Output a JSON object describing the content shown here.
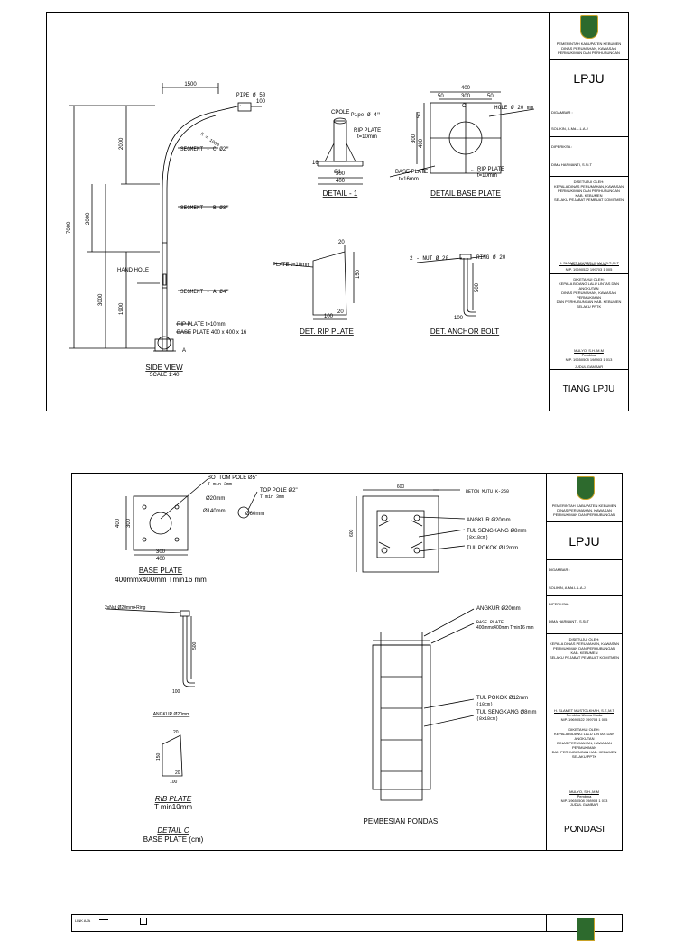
{
  "sheet1": {
    "title_block": {
      "agency": "PEMERINTAH KABUPATEN KEBUMEN\nDINAS PERUMAHAN, KAWASAN\nPERMUKIMAN DAN PERHUBUNGAN",
      "project": "LPJU",
      "drawn_by_label": "DIGAMBAR :",
      "drawn_by": "SOLIKIN, A.Md.L.L.A.J",
      "checked_label": "DIPERIKSA :",
      "checked_by": "DIMA HARMANTI, S.Si.T",
      "approval_1": "DISETUJUI OLEH:\nKEPALA DINAS PERUMAHAN, KAWASAN\nPERMUKIMAN DAN PERHUBUNGAN\nKAB. KEBUMEN\nSELAKU PEJABAT PEMBUAT KOMITMEN",
      "official_1": "H. SLAMET MUSTOLKHAH, S.T.,M.T",
      "official_1_nip": "Pembina Utama Muda\nNIP. 19690522 199703 1 005",
      "approval_2": "DIKETAHUI OLEH:\nKEPALA BIDANG LALU LINTAS DAN ANGKUTAN\nDINAS PERUMAHAN, KAWASAN PERMUKIMAN\nDAN PERHUBUNGAN KAB. KEBUMEN\nSELAKU PPTK",
      "official_2": "MULYO, S.H.,M.M",
      "official_2_nip": "Pembina\nNIP. 19650508 198903 1 013",
      "drawing_title_label": "JUDUL GAMBAR",
      "drawing_title": "TIANG LPJU"
    },
    "side_view": {
      "dim_top": "1500",
      "pipe": "PIPE Ø 50",
      "dim_100": "100",
      "radius": "R = 1000",
      "seg_c": "SEGMENT - C Ø2\"",
      "seg_b": "SEGMENT - B Ø3\"",
      "seg_a": "SEGMENT - A Ø4\"",
      "hand_hole": "HAND HOLE",
      "dim_7000": "7000",
      "dim_2000a": "2000",
      "dim_2000b": "2000",
      "dim_3000": "3000",
      "dim_1900": "1900",
      "rip_plate": "RIP PLATE t=10mm",
      "base_plate": "BASE PLATE 400 x 400 x 16",
      "title": "SIDE VIEW",
      "scale": "SCALE 1:40",
      "section_mark": "A"
    },
    "detail1": {
      "cpole": "CPOLE",
      "pipe": "Pipe Ø 4\"",
      "rip": "RIP PLATE",
      "rip_t": "t=10mm",
      "dim_16": "16",
      "dim_phi": "Ø1",
      "dim_300": "300",
      "dim_400": "400",
      "title": "DETAIL - 1"
    },
    "detail_base": {
      "dim_400": "400",
      "dim_50a": "50",
      "dim_300": "300",
      "dim_50b": "50",
      "dim_v50": "50",
      "dim_v300": "300",
      "dim_v400": "400",
      "hole": "HOLE Ø 20 mm",
      "mark_c": "C",
      "base": "BASE PLATE",
      "base_t": "t=16mm",
      "rip": "RIP PLATE",
      "rip_t": "t=10mm",
      "title": "DETAIL BASE PLATE"
    },
    "rip_plate": {
      "plate": "PLATE t=10mm",
      "dim_20a": "20",
      "dim_150": "150",
      "dim_20b": "20",
      "dim_100": "100",
      "title": "DET. RIP PLATE"
    },
    "anchor": {
      "nut": "2 - NUT Ø 20",
      "ring": "RING Ø 20",
      "dim_500": "500",
      "dim_100": "100",
      "title": "DET. ANCHOR BOLT"
    }
  },
  "sheet2": {
    "title_block": {
      "agency": "PEMERINTAH KABUPATEN KEBUMEN\nDINAS PERUMAHAN, KAWASAN\nPERMUKIMAN DAN PERHUBUNGAN",
      "project": "LPJU",
      "drawn_by_label": "DIGAMBAR :",
      "drawn_by": "SOLIKIN, A.Md.L.L.A.J",
      "checked_label": "DIPERIKSA :",
      "checked_by": "DIMA HARMANTI, S.Si.T",
      "approval_1": "DISETUJUI OLEH:\nKEPALA DINAS PERUMAHAN, KAWASAN\nPERMUKIMAN DAN PERHUBUNGAN\nKAB. KEBUMEN\nSELAKU PEJABAT PEMBUAT KOMITMEN",
      "official_1": "H. SLAMET MUSTOLKHAH, S.T.,M.T",
      "official_1_nip": "Pembina Utama Muda\nNIP. 19690522 199703 1 005",
      "approval_2": "DIKETAHUI OLEH:\nKEPALA BIDANG LALU LINTAS DAN ANGKUTAN\nDINAS PERUMAHAN, KAWASAN PERMUKIMAN\nDAN PERHUBUNGAN KAB. KEBUMEN\nSELAKU PPTK",
      "official_2": "MULYO, S.H.,M.M",
      "official_2_nip": "Pembina\nNIP. 19650508 198903 1 013",
      "drawing_title_label": "JUDUL GAMBAR",
      "drawing_title": "PONDASI"
    },
    "base_plate": {
      "bottom_pole": "BOTTOM POLE Ø5\"",
      "bottom_t": "T min 3mm",
      "top_pole": "TOP POLE Ø2\"",
      "top_t": "T min 3mm",
      "d20": "Ø20mm",
      "d140": "Ø140mm",
      "d60": "Ø60mm",
      "dim_400v": "400",
      "dim_300v": "300",
      "dim_300h": "300",
      "dim_400h": "400",
      "title": "BASE PLATE",
      "subtitle": "400mmx400mm Tmin16 mm"
    },
    "anchor": {
      "label": "2xNut Ø20mm+Ring",
      "dim_500": "500",
      "dim_100": "100",
      "title": "ANGKUR Ø20mm"
    },
    "rib": {
      "dim_20": "20",
      "dim_150": "150",
      "dim_20b": "20",
      "dim_100": "100",
      "title": "RIB PLATE",
      "subtitle": "T min10mm"
    },
    "detail_c": {
      "title": "DETAIL C",
      "subtitle": "BASE PLATE (cm)"
    },
    "pondasi_plan": {
      "beton": "BETON MUTU K-250",
      "dim_600h": "600",
      "dim_600v": "600",
      "angkur": "ANGKUR Ø20mm",
      "sengkang": "TUL SENGKANG Ø8mm",
      "sengkang_sp": "(8x18cm)",
      "pokok": "TUL POKOK Ø12mm"
    },
    "pondasi_section": {
      "angkur": "ANGKUR Ø20mm",
      "base": "BASE PLATE",
      "base_dim": "400mmx400mm Tmin16 mm",
      "pokok": "TUL POKOK Ø12mm",
      "pokok_sp": "(10cm)",
      "sengkang": "TUL SENGKANG Ø8mm",
      "sengkang_sp": "(8x18cm)",
      "title": "PEMBESIAN PONDASI"
    }
  },
  "sheet3": {
    "corner_text": "LINK AJA"
  }
}
